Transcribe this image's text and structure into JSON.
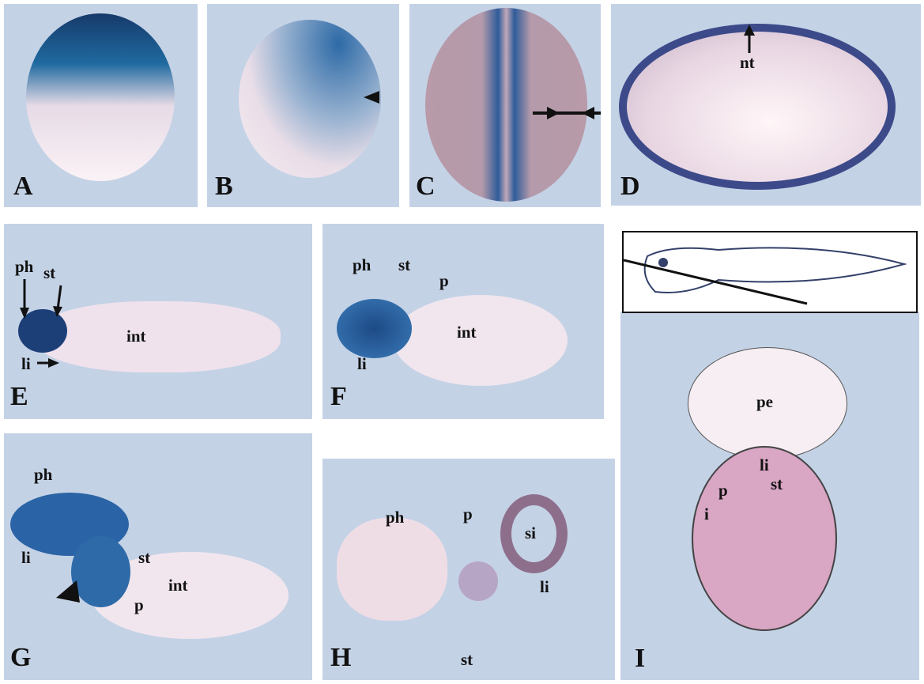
{
  "panels": {
    "A": {
      "label": "A"
    },
    "B": {
      "label": "B"
    },
    "C": {
      "label": "C"
    },
    "D": {
      "label": "D",
      "annotations": [
        "nt"
      ]
    },
    "E": {
      "label": "E",
      "annotations": [
        "ph",
        "st",
        "li",
        "int"
      ]
    },
    "F": {
      "label": "F",
      "annotations": [
        "ph",
        "st",
        "p",
        "li",
        "int"
      ]
    },
    "G": {
      "label": "G",
      "annotations": [
        "ph",
        "li",
        "st",
        "p",
        "int"
      ]
    },
    "H": {
      "label": "H",
      "annotations": [
        "ph",
        "p",
        "si",
        "li",
        "st"
      ]
    },
    "I": {
      "label": "I",
      "annotations": [
        "pe",
        "li",
        "st",
        "p",
        "i"
      ]
    }
  },
  "colors": {
    "background": "#c4d2e6",
    "stain": "#1f4f8a",
    "tissue": "#f1e6ee"
  }
}
